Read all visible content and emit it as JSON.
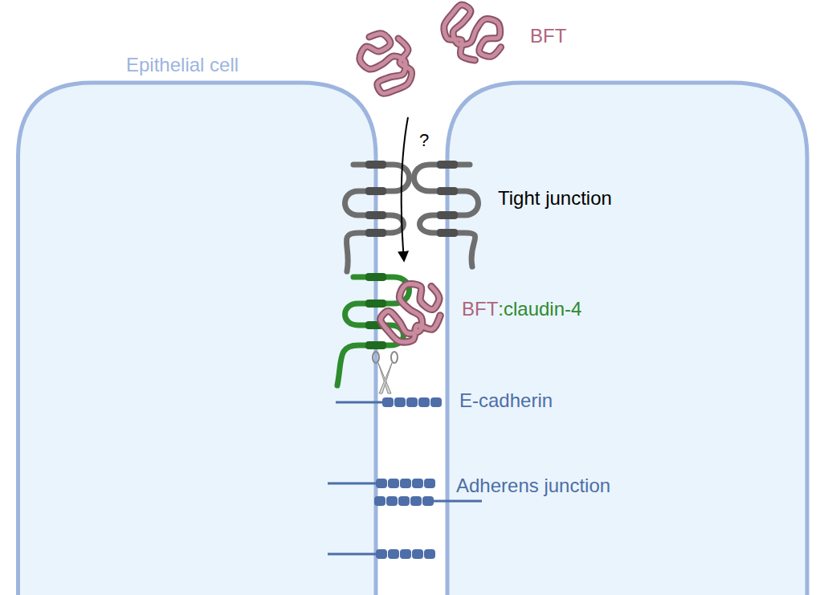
{
  "diagram": {
    "nodes": [
      {
        "text": [
          "Epithelial cell"
        ]
      }
    ],
    "labels": [
      "BFT",
      "?",
      "Tight junction",
      "BFT",
      ":claudin-4",
      "E-cadherin",
      "Adherens junction"
    ]
  }
}
